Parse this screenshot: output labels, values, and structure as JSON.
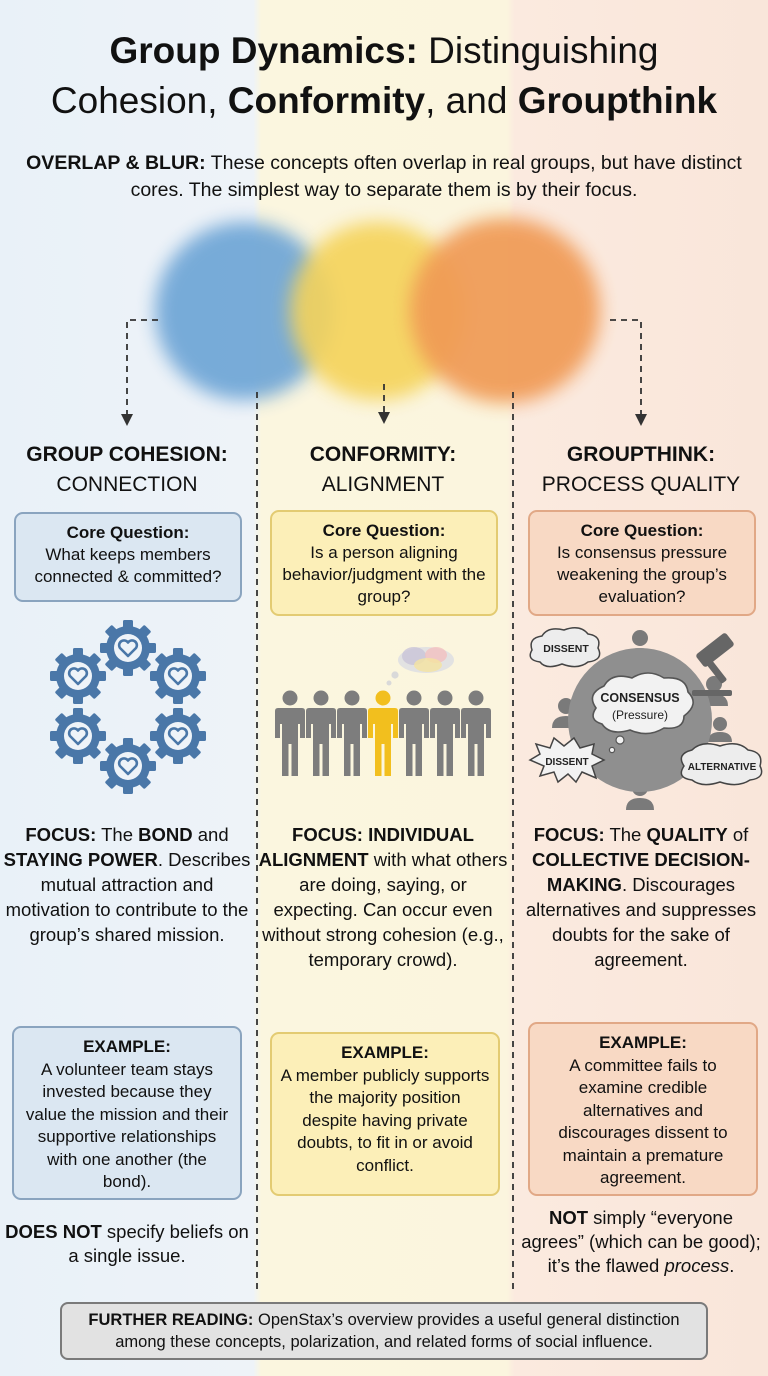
{
  "title": {
    "line1_bold": "Group Dynamics:",
    "line1_rest": " Distinguishing",
    "line2_a": "Cohesion, ",
    "line2_b": "Conformity",
    "line2_c": ", and ",
    "line2_d": "Groupthink"
  },
  "intro": {
    "lead": "OVERLAP & BLUR:",
    "text": " These concepts often overlap in real groups, but have distinct cores. The simplest way to separate them is by their focus."
  },
  "colors": {
    "cohesion": "#6ea5d6",
    "conformity": "#f5d35a",
    "groupthink": "#f09a55",
    "icon_blue": "#4a77a8",
    "figure_gray": "#7d7d7d",
    "figure_yellow": "#f2bf1e"
  },
  "columns": [
    {
      "heading": "GROUP COHESION:",
      "subheading": "CONNECTION",
      "question_label": "Core Question:",
      "question": "What keeps members connected & committed?",
      "icon": "gears-with-hearts-icon",
      "focus": {
        "p1": "FOCUS:",
        "p2": " The ",
        "p3": "BOND",
        "p4": " and ",
        "p5": "STAYING POWER",
        "p6": ". Describes mutual attraction and motivation to contribute to the group’s shared mission."
      },
      "example_label": "EXAMPLE:",
      "example": "A volunteer team stays invested because they value the mission and their supportive relationships with one another (the bond).",
      "note": {
        "bold": "DOES NOT",
        "rest": " specify beliefs on a single issue."
      }
    },
    {
      "heading": "CONFORMITY:",
      "subheading": "ALIGNMENT",
      "question_label": "Core Question:",
      "question": "Is a person aligning behavior/judgment with the group?",
      "icon": "people-row-icon",
      "focus": {
        "p1": "FOCUS:",
        "p2": " ",
        "p3": "INDIVIDUAL ALIGNMENT",
        "p4": " with what others are doing, saying, or expecting. Can occur even without strong cohesion (e.g., temporary crowd).",
        "p5": "",
        "p6": ""
      },
      "example_label": "EXAMPLE:",
      "example": "A member publicly supports the majority position despite having private doubts, to fit in or avoid conflict."
    },
    {
      "heading": "GROUPTHINK:",
      "subheading": "PROCESS QUALITY",
      "question_label": "Core Question:",
      "question": "Is consensus pressure weakening the group’s evaluation?",
      "icon": "consensus-pressure-icon",
      "illus": {
        "dissent1": "DISSENT",
        "dissent2": "DISSENT",
        "consensus": "CONSENSUS",
        "pressure": "(Pressure)",
        "alternative": "ALTERNATIVE"
      },
      "focus": {
        "p1": "FOCUS:",
        "p2": " The ",
        "p3": "QUALITY",
        "p4": " of ",
        "p5": "COLLECTIVE DECISION-MAKING",
        "p6": ". Discourages alternatives and suppresses doubts for the sake of agreement."
      },
      "example_label": "EXAMPLE:",
      "example": "A committee fails to examine credible alternatives and discourages dissent to maintain a premature agreement.",
      "note": {
        "bold": "NOT",
        "rest1": " simply “everyone agrees” (which can be good); it’s the flawed ",
        "ital": "process",
        "rest2": "."
      }
    }
  ],
  "footer": {
    "lead": "FURTHER READING:",
    "text": " OpenStax’s overview provides a useful general distinction among these concepts, polarization, and related forms of social influence."
  }
}
